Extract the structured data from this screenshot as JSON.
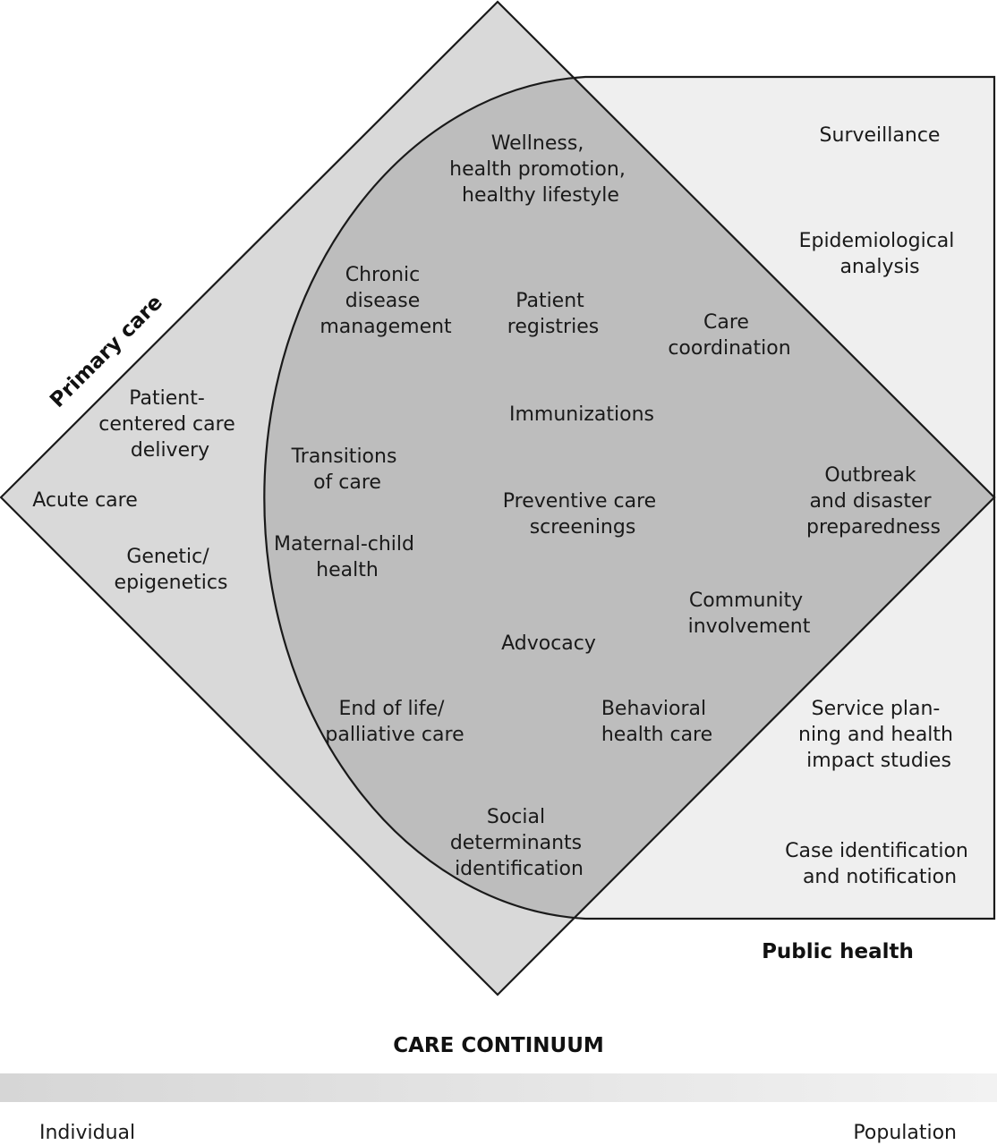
{
  "colors": {
    "primary_care_fill": "#d9d9d9",
    "public_health_fill": "#efefef",
    "overlap_fill": "#bdbdbd",
    "outline": "#1a1a1a",
    "text": "#1a1a1a"
  },
  "regions": {
    "primary_care": {
      "title": "Primary care"
    },
    "public_health": {
      "title": "Public health"
    }
  },
  "primary_care_only": {
    "patient_centered": [
      "Patient-",
      "centered care",
      "delivery"
    ],
    "acute_care": [
      "Acute care"
    ],
    "genetic": [
      "Genetic/",
      "epigenetics"
    ]
  },
  "overlap": {
    "wellness": [
      "Wellness,",
      "health promotion,",
      "healthy lifestyle"
    ],
    "chronic": [
      "Chronic",
      "disease",
      "management"
    ],
    "registries": [
      "Patient",
      "registries"
    ],
    "coordination": [
      "Care",
      "coordination"
    ],
    "immunizations": [
      "Immunizations"
    ],
    "transitions": [
      "Transitions",
      "of care"
    ],
    "preventive": [
      "Preventive care",
      "screenings"
    ],
    "outbreak": [
      "Outbreak",
      "and disaster",
      "preparedness"
    ],
    "maternal": [
      "Maternal-child",
      "health"
    ],
    "community": [
      "Community",
      "involvement"
    ],
    "advocacy": [
      "Advocacy"
    ],
    "end_of_life": [
      "End of life/",
      "palliative care"
    ],
    "behavioral": [
      "Behavioral",
      "health care"
    ],
    "social": [
      "Social",
      "determinants",
      "identification"
    ]
  },
  "public_health_only": {
    "surveillance": [
      "Surveillance"
    ],
    "epidemiological": [
      "Epidemiological",
      "analysis"
    ],
    "service_planning": [
      "Service plan-",
      "ning and health",
      "impact studies"
    ],
    "case_identification": [
      "Case identification",
      "and notification"
    ]
  },
  "continuum": {
    "title": "CARE CONTINUUM",
    "left": "Individual",
    "right": "Population",
    "gradient_start": "#d6d6d6",
    "gradient_end": "#f2f2f2"
  }
}
